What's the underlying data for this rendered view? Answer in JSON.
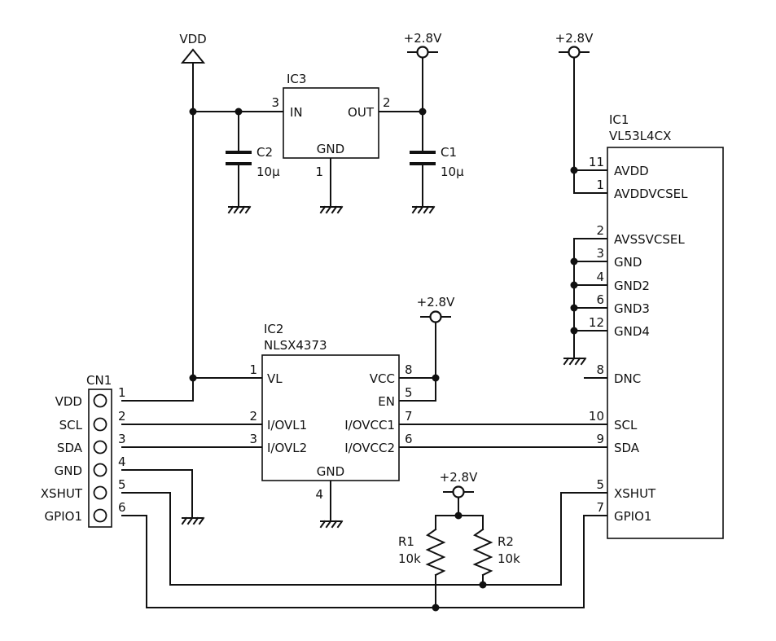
{
  "rails": {
    "vdd": "VDD",
    "p28": "+2.8V"
  },
  "ic3": {
    "ref": "IC3",
    "in_label": "IN",
    "out_label": "OUT",
    "gnd_label": "GND",
    "in_pin": "3",
    "out_pin": "2",
    "gnd_pin": "1"
  },
  "c2": {
    "ref": "C2",
    "value": "10μ"
  },
  "c1": {
    "ref": "C1",
    "value": "10μ"
  },
  "ic1": {
    "ref": "IC1",
    "part": "VL53L4CX",
    "pins": [
      {
        "num": "11",
        "name": "AVDD"
      },
      {
        "num": "1",
        "name": "AVDDVCSEL"
      },
      {
        "num": "2",
        "name": "AVSSVCSEL"
      },
      {
        "num": "3",
        "name": "GND"
      },
      {
        "num": "4",
        "name": "GND2"
      },
      {
        "num": "6",
        "name": "GND3"
      },
      {
        "num": "12",
        "name": "GND4"
      },
      {
        "num": "8",
        "name": "DNC"
      },
      {
        "num": "10",
        "name": "SCL"
      },
      {
        "num": "9",
        "name": "SDA"
      },
      {
        "num": "5",
        "name": "XSHUT"
      },
      {
        "num": "7",
        "name": "GPIO1"
      }
    ]
  },
  "ic2": {
    "ref": "IC2",
    "part": "NLSX4373",
    "left_pins": [
      {
        "num": "1",
        "name": "VL"
      },
      {
        "num": "2",
        "name": "I/OVL1"
      },
      {
        "num": "3",
        "name": "I/OVL2"
      }
    ],
    "right_pins": [
      {
        "num": "8",
        "name": "VCC"
      },
      {
        "num": "5",
        "name": "EN"
      },
      {
        "num": "7",
        "name": "I/OVCC1"
      },
      {
        "num": "6",
        "name": "I/OVCC2"
      }
    ],
    "gnd_label": "GND",
    "gnd_pin": "4"
  },
  "cn1": {
    "ref": "CN1",
    "pins": [
      {
        "num": "1",
        "name": "VDD"
      },
      {
        "num": "2",
        "name": "SCL"
      },
      {
        "num": "3",
        "name": "SDA"
      },
      {
        "num": "4",
        "name": "GND"
      },
      {
        "num": "5",
        "name": "XSHUT"
      },
      {
        "num": "6",
        "name": "GPIO1"
      }
    ]
  },
  "r1": {
    "ref": "R1",
    "value": "10k"
  },
  "r2": {
    "ref": "R2",
    "value": "10k"
  }
}
